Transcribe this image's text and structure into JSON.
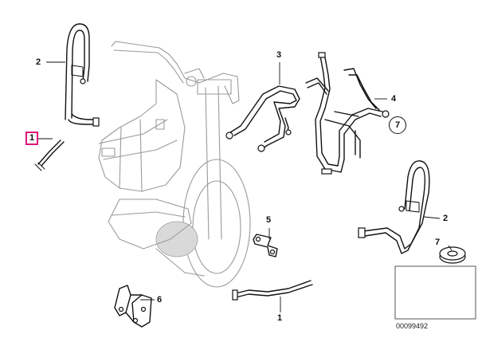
{
  "callouts": {
    "c1_top": "1",
    "c2_top": "2",
    "c3": "3",
    "c4": "4",
    "c7_circle": "7",
    "c2_right": "2",
    "c5": "5",
    "c7_washer": "7",
    "c6": "6",
    "c1_bottom": "1"
  },
  "reference_code": "00099492",
  "colors": {
    "highlight": "#e0157a",
    "line": "#111111",
    "ghost": "#9a9a9a"
  }
}
